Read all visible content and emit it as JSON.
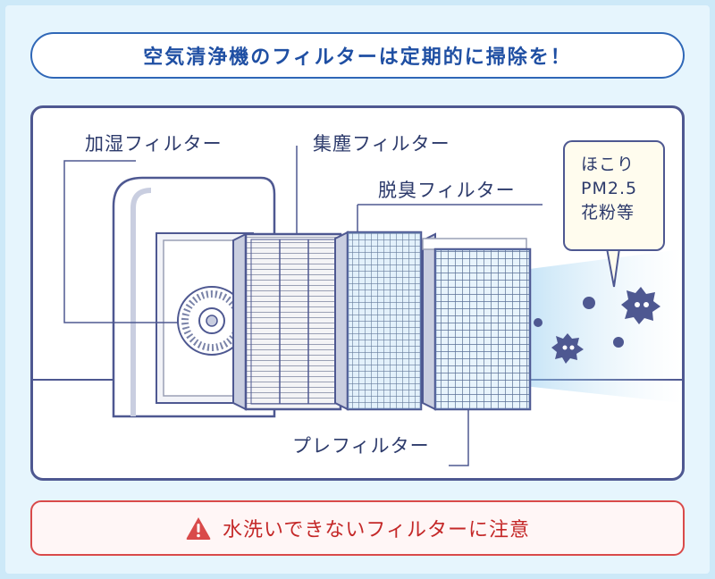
{
  "title": "空気清浄機のフィルターは定期的に掃除を！",
  "labels": {
    "humidify_filter": "加湿フィルター",
    "dust_filter": "集塵フィルター",
    "deodorize_filter": "脱臭フィルター",
    "pre_filter": "プレフィルター"
  },
  "bubble_lines": [
    "ほこり",
    "PM2.5",
    "花粉等"
  ],
  "warning": {
    "icon": "warning-triangle-icon",
    "text": "水洗いできないフィルターに注意"
  },
  "colors": {
    "title_text": "#1f4fa3",
    "warning_text": "#c42828",
    "background": "#cde9f8"
  }
}
